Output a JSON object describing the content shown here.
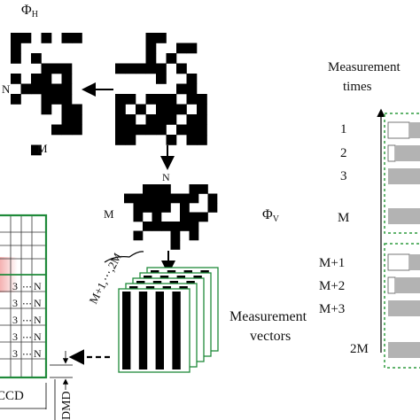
{
  "labels": {
    "phi_h": "Φ",
    "phi_h_sub": "H",
    "phi_v": "Φ",
    "phi_v_sub": "V",
    "n_top_left": "N",
    "m_top_left": "M",
    "n_middle": "N",
    "m_middle": "M",
    "measurement_vectors_line1": "Measurement",
    "measurement_vectors_line2": "vectors",
    "brace_label": "M+1,⋯,2M",
    "ccd": "CCD",
    "dmd": "DMD",
    "measurement_times_line1": "Measurement",
    "measurement_times_line2": "times"
  },
  "time_labels_upper": [
    "1",
    "2",
    "3",
    "M"
  ],
  "time_labels_lower": [
    "M+1",
    "M+2",
    "M+3",
    "2M"
  ],
  "grid_rows": [
    {
      "c1": "3",
      "c2": "⋯",
      "c3": "N"
    },
    {
      "c1": "3",
      "c2": "⋯",
      "c3": "N"
    },
    {
      "c1": "3",
      "c2": "⋯",
      "c3": "N"
    },
    {
      "c1": "3",
      "c2": "⋯",
      "c3": "N"
    },
    {
      "c1": "3",
      "c2": "⋯",
      "c3": "N"
    }
  ],
  "colors": {
    "black_pixel": "#000000",
    "grid_border": "#1f8a3a",
    "dashed_box": "#2e9b3e",
    "highlight": "#f2a0a0",
    "gray_bar": "#b3b3b3"
  }
}
